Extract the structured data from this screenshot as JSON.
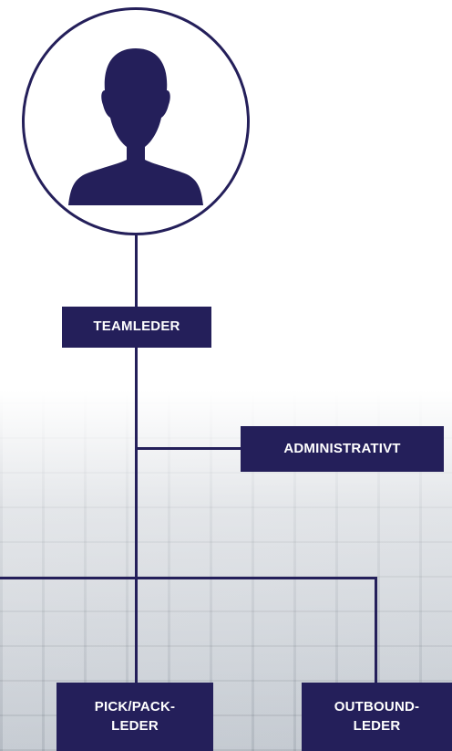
{
  "chart": {
    "nodes": {
      "root": {
        "icon": "person-silhouette-icon"
      },
      "teamleder": {
        "label": "TEAMLEDER"
      },
      "administrativt": {
        "label": "ADMINISTRATIVT"
      },
      "pickpack": {
        "line1": "PICK/PACK-",
        "line2": "LEDER"
      },
      "outbound": {
        "line1": "OUTBOUND-",
        "line2": "LEDER"
      }
    }
  },
  "colors": {
    "navy": "#241f5a",
    "white": "#ffffff"
  }
}
